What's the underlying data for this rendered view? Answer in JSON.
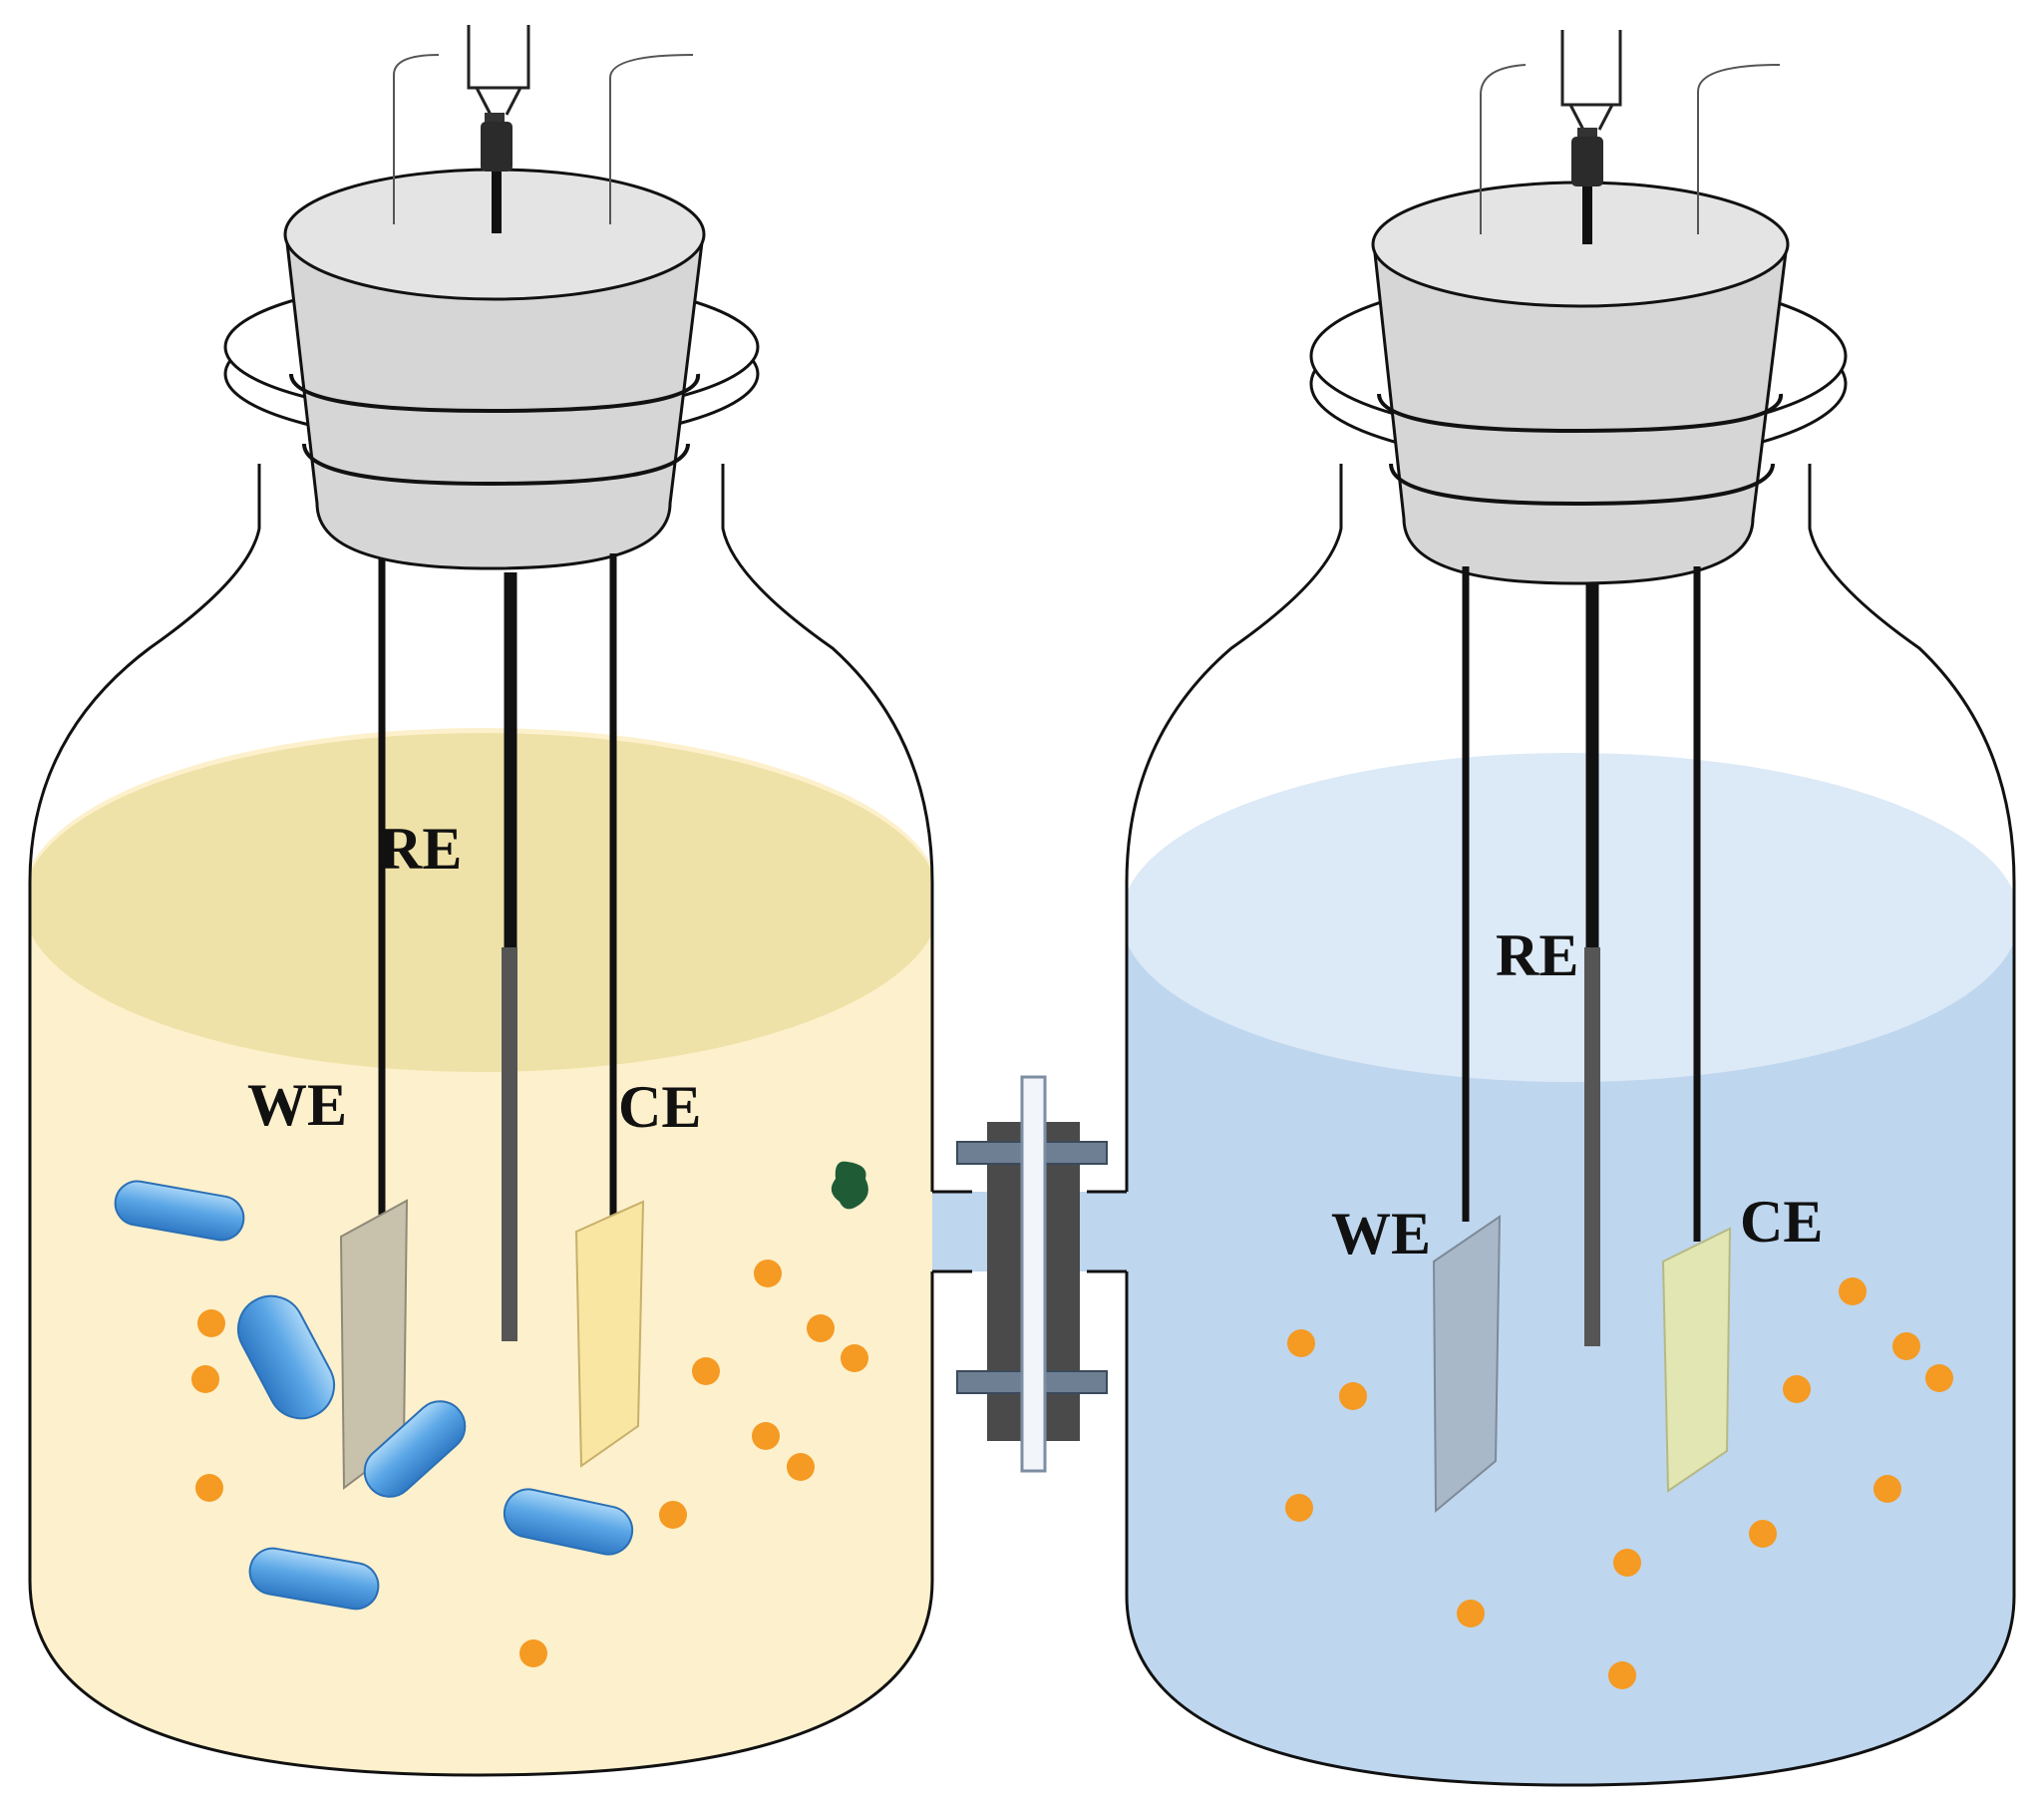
{
  "colors": {
    "left_electrolyte": "#fdf0cc",
    "left_electrolyte_surface": "#efe2a8",
    "right_electrolyte": "#bed6ee",
    "right_electrolyte_surface": "#dce9f6",
    "stopper": "#d6d6d6",
    "stopper_top": "#e4e4e4",
    "bacteria": "#5aa6e6",
    "particles": "#f59a22",
    "we_left": "#c8c2ad",
    "ce_left": "#f9e6a3",
    "we_right": "#a9b8c8",
    "ce_right": "#e2e6b3",
    "membrane_clamp": "#4a4a4a",
    "clamp_bolt": "#6e7f93",
    "membrane": "#f2f6fa",
    "algae": "#1f5c36"
  },
  "left_cell": {
    "labels": {
      "reference": "RE",
      "working": "WE",
      "counter": "CE"
    }
  },
  "right_cell": {
    "labels": {
      "reference": "RE",
      "working": "WE",
      "counter": "CE"
    }
  },
  "icons": {
    "bacteria": "rod-shaped-bacterium-icon",
    "particle": "particle-dot-icon",
    "algae": "algae-cell-icon",
    "membrane": "membrane-separator-icon"
  }
}
